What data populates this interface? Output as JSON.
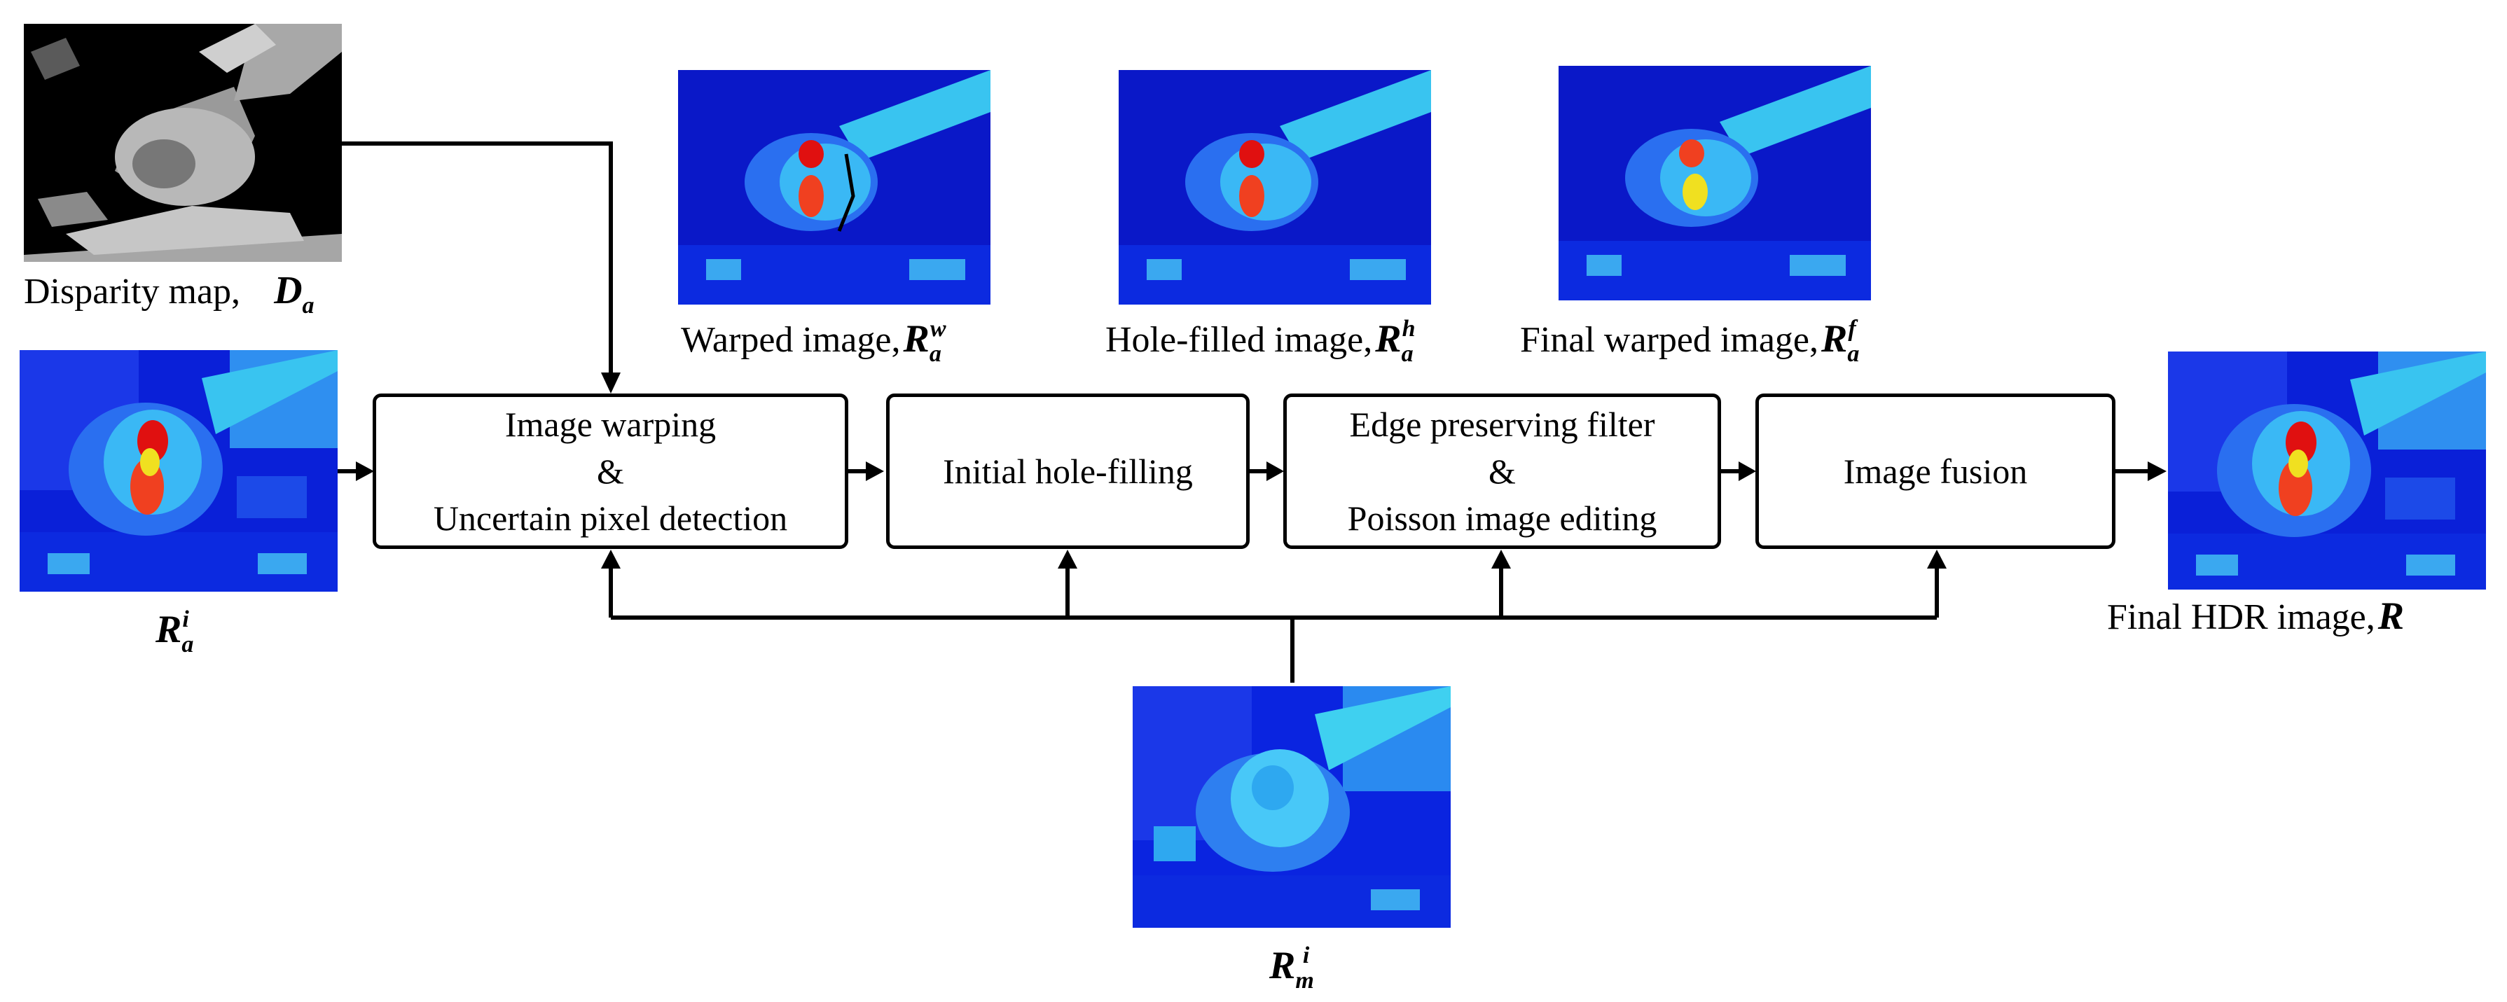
{
  "labels": {
    "disparity": "Disparity map,",
    "warped": "Warped image,",
    "holefilled": "Hole-filled image,",
    "finalwarped": "Final warped image,",
    "finalhdr": "Final HDR image,"
  },
  "symbols": {
    "disparity": {
      "main": "D",
      "sub": "a",
      "sup": ""
    },
    "warped": {
      "main": "R",
      "sub": "a",
      "sup": "w"
    },
    "holefilled": {
      "main": "R",
      "sub": "a",
      "sup": "h"
    },
    "finalwarped": {
      "main": "R",
      "sub": "a",
      "sup": "f"
    },
    "finalhdr": {
      "main": "R",
      "sub": "",
      "sup": ""
    },
    "input_a": {
      "main": "R",
      "sub": "a",
      "sup": "i"
    },
    "input_m": {
      "main": "R",
      "sub": "m",
      "sup": "i"
    }
  },
  "boxes": {
    "warping": [
      "Image warping",
      "&",
      "Uncertain pixel detection"
    ],
    "holefill": [
      "Initial hole-filling"
    ],
    "edge": [
      "Edge preserving filter",
      "&",
      "Poisson image editing"
    ],
    "fusion": [
      "Image fusion"
    ]
  },
  "colors": {
    "line": "#000000",
    "blue_bg": "#0a20d8",
    "cyan": "#39c4f0",
    "red": "#e01010",
    "yellow": "#f0e020"
  }
}
